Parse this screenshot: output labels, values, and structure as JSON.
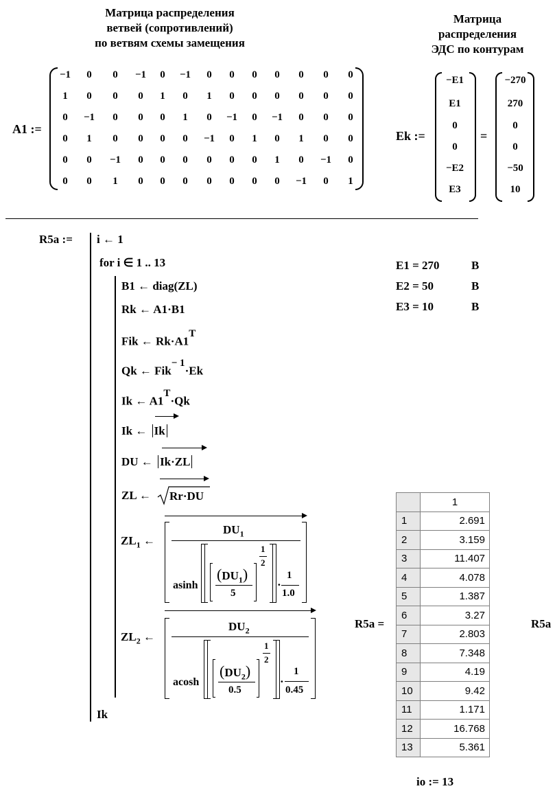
{
  "titles": {
    "a1_title": [
      "Матрица   распределения",
      "ветвей (сопротивлений)",
      "по  ветвям схемы замещения"
    ],
    "ek_title": [
      "Матрица",
      "распределения",
      "ЭДС по контурам"
    ]
  },
  "a1": {
    "label": "A1 :=",
    "rows": [
      [
        "−1",
        "0",
        "0",
        "−1",
        "0",
        "−1",
        "0",
        "0",
        "0",
        "0",
        "0",
        "0",
        "0"
      ],
      [
        "1",
        "0",
        "0",
        "0",
        "1",
        "0",
        "1",
        "0",
        "0",
        "0",
        "0",
        "0",
        "0"
      ],
      [
        "0",
        "−1",
        "0",
        "0",
        "0",
        "1",
        "0",
        "−1",
        "0",
        "−1",
        "0",
        "0",
        "0"
      ],
      [
        "0",
        "1",
        "0",
        "0",
        "0",
        "0",
        "−1",
        "0",
        "1",
        "0",
        "1",
        "0",
        "0"
      ],
      [
        "0",
        "0",
        "−1",
        "0",
        "0",
        "0",
        "0",
        "0",
        "0",
        "1",
        "0",
        "−1",
        "0"
      ],
      [
        "0",
        "0",
        "1",
        "0",
        "0",
        "0",
        "0",
        "0",
        "0",
        "0",
        "−1",
        "0",
        "1"
      ]
    ]
  },
  "ek": {
    "label": "Ek :=",
    "equals": "=",
    "symbolic": [
      "−E1",
      "E1",
      "0",
      "0",
      "−E2",
      "E3"
    ],
    "numeric": [
      "−270",
      "270",
      "0",
      "0",
      "−50",
      "10"
    ]
  },
  "emf_values": [
    {
      "name": "E1 = 270",
      "unit": "B"
    },
    {
      "name": "E2 = 50",
      "unit": "B"
    },
    {
      "name": "E3 = 10",
      "unit": "B"
    }
  ],
  "program": {
    "label": "R5a :=",
    "line_init": "i ← 1",
    "line_for": "for   i ∈ 1 .. 13",
    "b1": "B1 ← diag(ZL)",
    "rk": "Rk ← A1·B1",
    "fik_main": "Fik ← Rk·A1",
    "fik_sup": "T",
    "qk_main": "Qk ← Fik",
    "qk_sup": "− 1",
    "qk_tail": "·Ek",
    "ik_main": "Ik ← A1",
    "ik_sup": "T",
    "ik_tail": "·Qk",
    "ik_abs_lhs": "Ik ←",
    "ik_abs_arg": "Ik",
    "du_lhs": "DU ←",
    "du_arg": "Ik·ZL",
    "zl_lhs": "ZL ←",
    "zl_arg": "Rr·DU",
    "zl1_lhs": "ZL",
    "zl1_sub": "1",
    "zl1_arrow": "←",
    "zl1_num": "DU",
    "zl1_num_sub": "1",
    "zl1_fn": "asinh",
    "zl1_inner_num": "DU",
    "zl1_inner_sub": "1",
    "zl1_inner_den": "5",
    "zl1_exp_num": "1",
    "zl1_exp_den": "2",
    "zl1_tail_num": "1",
    "zl1_tail_den": "1.0",
    "zl2_lhs": "ZL",
    "zl2_sub": "2",
    "zl2_arrow": "←",
    "zl2_num": "DU",
    "zl2_num_sub": "2",
    "zl2_fn": "acosh",
    "zl2_inner_num": "DU",
    "zl2_inner_sub": "2",
    "zl2_inner_den": "0.5",
    "zl2_exp_num": "1",
    "zl2_exp_den": "2",
    "zl2_tail_num": "1",
    "zl2_tail_den": "0.45",
    "return": "Ik"
  },
  "result": {
    "label": "R5a =",
    "col_header": "1",
    "rows": [
      {
        "i": "1",
        "v": "2.691"
      },
      {
        "i": "2",
        "v": "3.159"
      },
      {
        "i": "3",
        "v": "11.407"
      },
      {
        "i": "4",
        "v": "4.078"
      },
      {
        "i": "5",
        "v": "1.387"
      },
      {
        "i": "6",
        "v": "3.27"
      },
      {
        "i": "7",
        "v": "2.803"
      },
      {
        "i": "8",
        "v": "7.348"
      },
      {
        "i": "9",
        "v": "4.19"
      },
      {
        "i": "10",
        "v": "9.42"
      },
      {
        "i": "11",
        "v": "1.171"
      },
      {
        "i": "12",
        "v": "16.768"
      },
      {
        "i": "13",
        "v": "5.361"
      }
    ],
    "right_label": "R5a"
  },
  "io": "io := 13"
}
